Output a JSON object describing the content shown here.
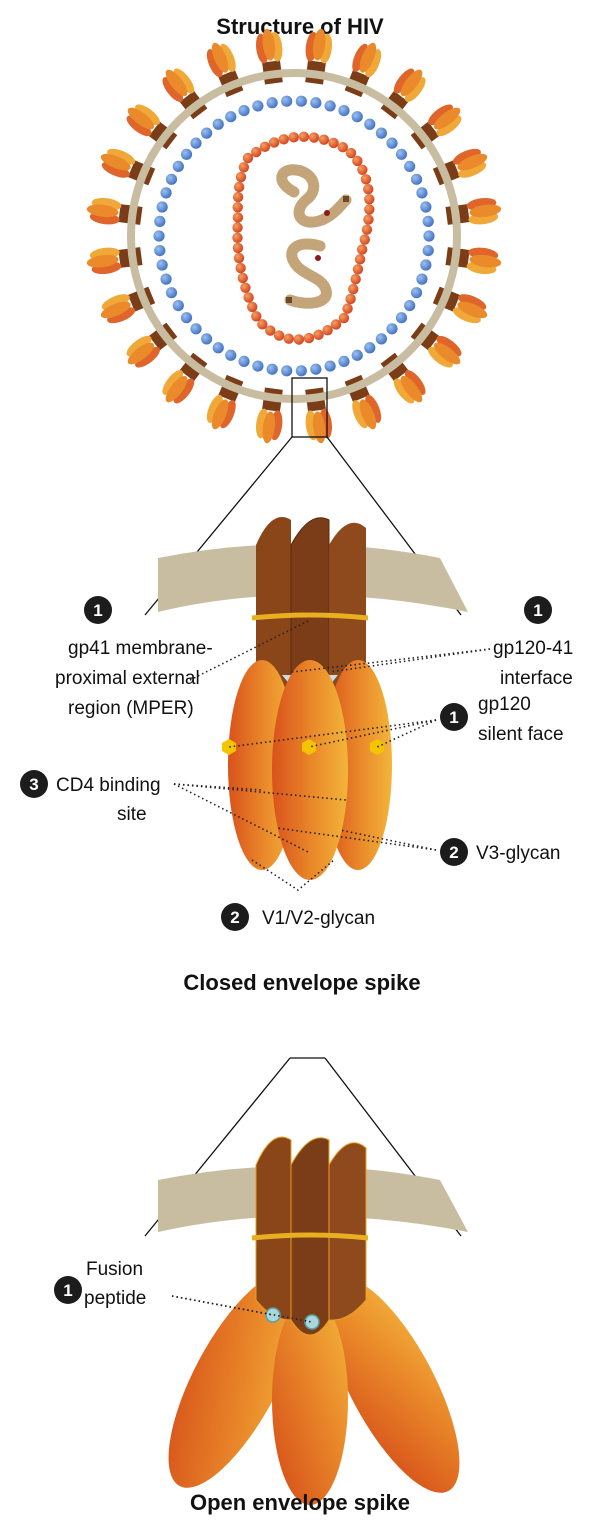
{
  "title": "Structure of HIV",
  "closed_spike": {
    "caption": "Closed envelope spike",
    "labels": {
      "mper": {
        "number": "1",
        "lines": [
          "gp41 membrane-",
          "proximal external",
          "region (MPER)"
        ]
      },
      "gp120_41": {
        "number": "1",
        "lines": [
          "gp120-41",
          "interface"
        ]
      },
      "silent_face": {
        "number": "1",
        "lines": [
          "gp120",
          "silent face"
        ]
      },
      "cd4": {
        "number": "3",
        "lines": [
          "CD4 binding",
          "site"
        ]
      },
      "v3": {
        "number": "2",
        "lines": [
          "V3-glycan"
        ]
      },
      "v1v2": {
        "number": "2",
        "lines": [
          "V1/V2-glycan"
        ]
      }
    }
  },
  "open_spike": {
    "caption": "Open envelope spike",
    "labels": {
      "fusion": {
        "number": "1",
        "lines": [
          "Fusion",
          "peptide"
        ]
      }
    }
  },
  "colors": {
    "membrane": "#c9bda1",
    "matrix": "#5a87cf",
    "capsid": "#e0562a",
    "rna": "#c4a57a",
    "gp41": "#7a3d18",
    "gp120_light": "#f2b53a",
    "gp120_dark": "#d9521c",
    "gold_band": "#e8b020",
    "badge": "#1c1c1c"
  }
}
